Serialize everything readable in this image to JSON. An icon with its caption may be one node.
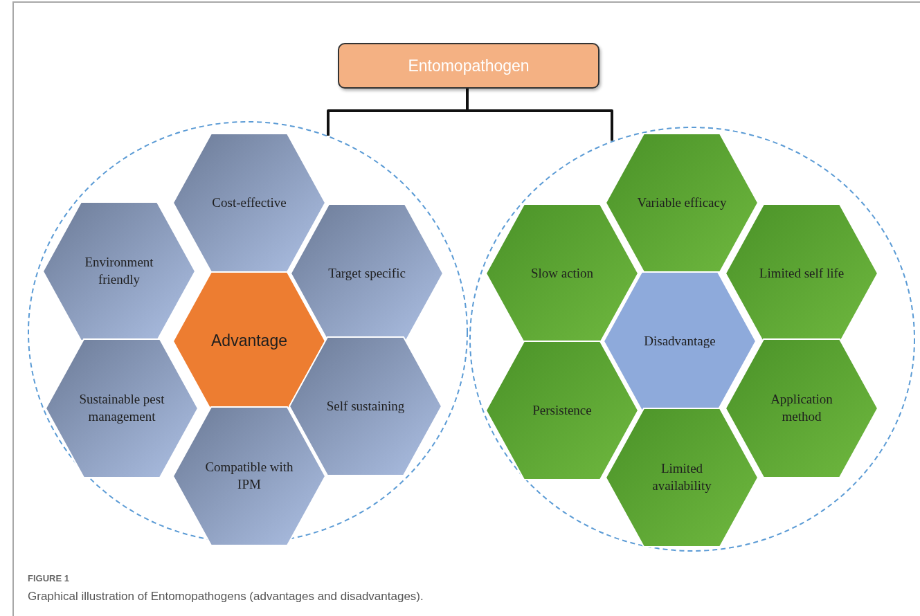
{
  "diagram": {
    "caption": "Graphical illustration of Entomopathogens (advantages and disadvantages).",
    "nodes": [
      {
        "text": [
          "Entomopathogen"
        ]
      },
      {
        "text": [],
        "shape": "circle"
      },
      {
        "text": [
          "Cost-effective"
        ],
        "in": 1
      },
      {
        "text": [
          "Environment friendly"
        ],
        "in": 1
      },
      {
        "text": [
          "Target specific"
        ],
        "in": 1
      },
      {
        "text": [
          "Advantage"
        ],
        "in": 1
      },
      {
        "text": [
          "Sustainable pest management"
        ],
        "in": 1
      },
      {
        "text": [
          "Self sustaining"
        ],
        "in": 1
      },
      {
        "text": [
          "Compatible with IPM"
        ],
        "in": 1
      },
      {
        "text": [],
        "shape": "circle"
      },
      {
        "text": [
          "Variable efficacy"
        ],
        "in": 9
      },
      {
        "text": [
          "Slow action"
        ],
        "in": 9
      },
      {
        "text": [
          "Limited self life"
        ],
        "in": 9
      },
      {
        "text": [
          "Disadvantage"
        ],
        "in": 9
      },
      {
        "text": [
          "Persistence"
        ],
        "in": 9
      },
      {
        "text": [
          "Application method"
        ],
        "in": 9
      },
      {
        "text": [
          "Limited availability"
        ],
        "in": 9
      }
    ],
    "edges": [
      {
        "from": 0,
        "to": 1,
        "arrow": "none"
      },
      {
        "from": 0,
        "to": 9,
        "arrow": "none"
      }
    ],
    "labels": [
      "FIGURE 1"
    ]
  }
}
